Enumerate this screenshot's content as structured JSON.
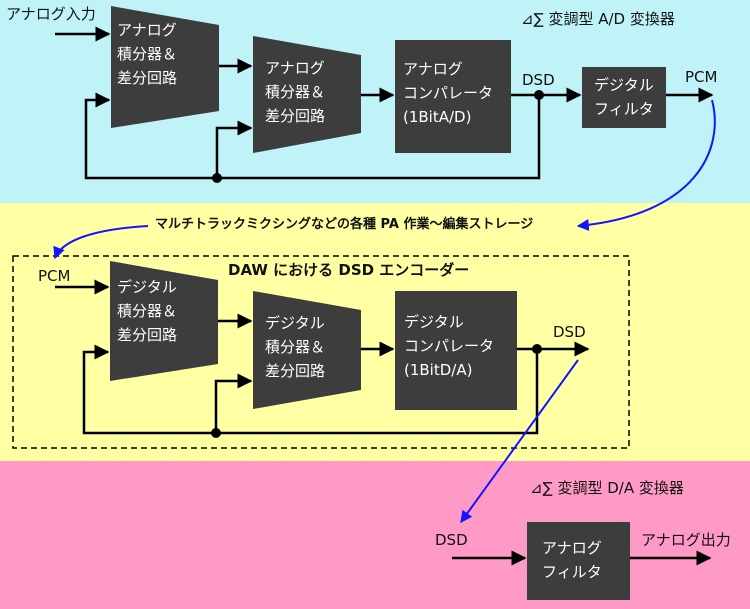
{
  "colors": {
    "top_band": "#bff3f8",
    "middle_band": "#ffffa4",
    "bottom_band": "#ff9ac7",
    "block": "#3d3d3d",
    "arrow_blue": "#1414ff"
  },
  "section1": {
    "input_label": "アナログ入力",
    "title": "⊿∑ 変調型 A/D 変換器",
    "integrator1": [
      "アナログ",
      "積分器＆",
      "差分回路"
    ],
    "integrator2": [
      "アナログ",
      "積分器＆",
      "差分回路"
    ],
    "comparator": [
      "アナログ",
      "コンパレータ",
      "(1BitA/D)"
    ],
    "dsd_label": "DSD",
    "filter": [
      "デジタル",
      "フィルタ"
    ],
    "output_label": "PCM"
  },
  "section2": {
    "caption": "マルチトラックミクシングなどの各種 PA 作業～編集ストレージ",
    "title": "DAW における DSD エンコーダー",
    "input_label": "PCM",
    "integrator1": [
      "デジタル",
      "積分器＆",
      "差分回路"
    ],
    "integrator2": [
      "デジタル",
      "積分器＆",
      "差分回路"
    ],
    "comparator": [
      "デジタル",
      "コンパレータ",
      "(1BitD/A)"
    ],
    "output_label": "DSD"
  },
  "section3": {
    "title": "⊿∑ 変調型 D/A 変換器",
    "input_label": "DSD",
    "filter": [
      "アナログ",
      "フィルタ"
    ],
    "output_label": "アナログ出力"
  }
}
